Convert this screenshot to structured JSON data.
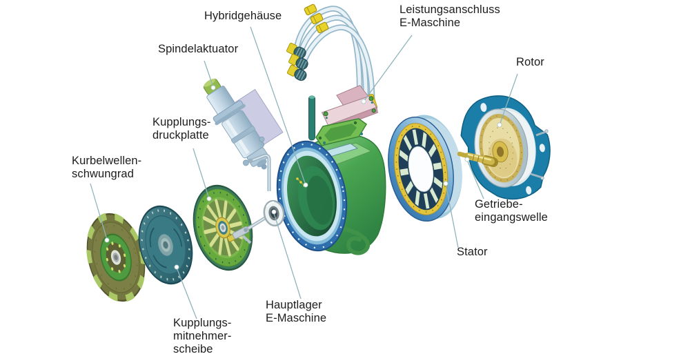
{
  "labels": {
    "hybridgehaeuse": "Hybridgehäuse",
    "spindelaktuator": "Spindelaktuator",
    "kupplungsdruckplatte": "Kupplungs-\ndruckplatte",
    "kurbelwellenschwungrad": "Kurbelwellen-\nschwungrad",
    "leistungsanschluss_emaschine": "Leistungsanschluss\nE-Maschine",
    "rotor": "Rotor",
    "getriebeeingangswelle": "Getriebe-\neingangswelle",
    "stator": "Stator",
    "hauptlager_emaschine": "Hauptlager\nE-Maschine",
    "kupplungsmitnehmerscheibe": "Kupplungs-\nmitnehmer-\nscheibe"
  },
  "palette": {
    "background": "#ffffff",
    "label_text": "#1c1c1c",
    "leader_line": "#8fb4ba",
    "leader_dot": "#ffffff",
    "housing_green": "#49a550",
    "housing_flange_blue": "#2f6fae",
    "stator_band_blue": "#5e9ecd",
    "stator_ring_yellow": "#e3c43d",
    "rotor_flange_teal": "#1b7ea8",
    "rotor_drum_silver": "#dfe8ec",
    "shaft_yellow": "#cdb74a",
    "cable_silver": "#e9f2f7",
    "cable_clamp_yellow": "#e8d22c",
    "connector_pink": "#ecd4db",
    "actuator_blue_gray": "#b9cfdf",
    "actuator_panel_lavender": "#cdcce5",
    "flywheel_olive": "#74773f",
    "flywheel_ring_green": "#4e9b40",
    "clutch_disc_teal": "#2e6b76",
    "pressure_plate_green": "#66aa3e"
  }
}
